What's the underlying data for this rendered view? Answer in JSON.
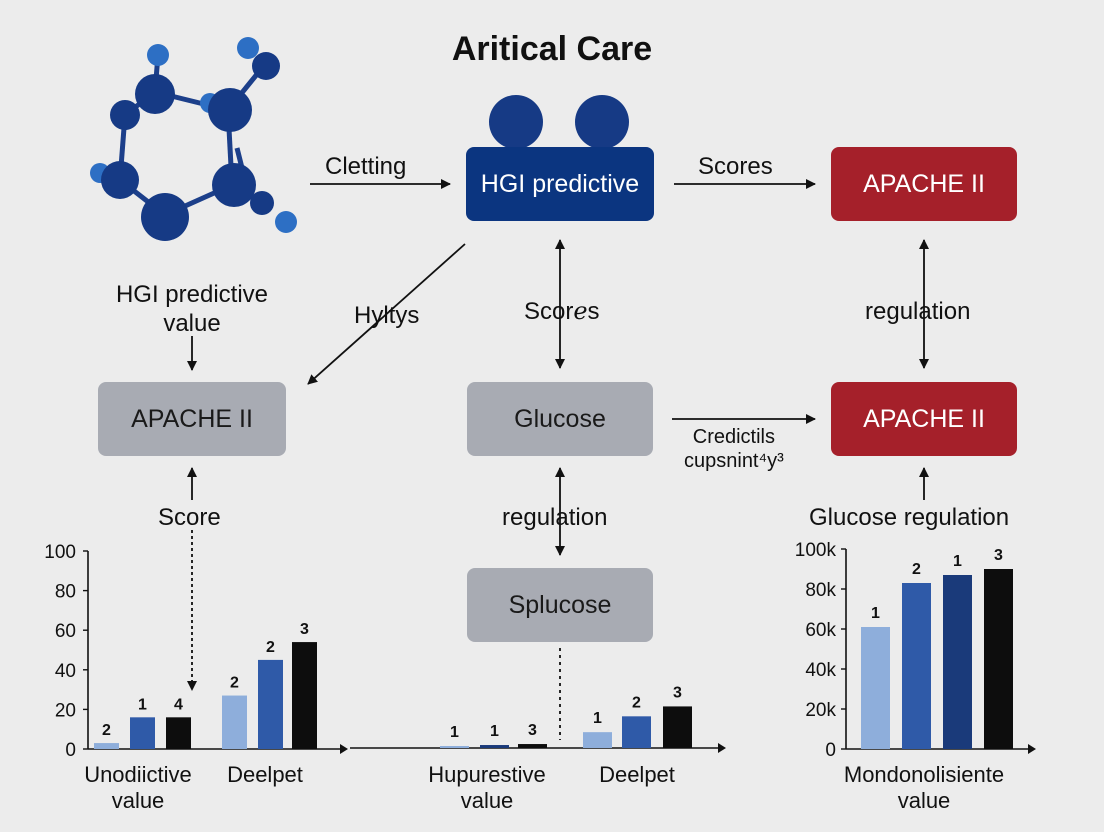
{
  "title": "Aritical Care",
  "nodes": {
    "hgi_predictive": "HGI predictive",
    "apache_top_right": "APACHE II",
    "apache_left": "APACHE II",
    "glucose": "Glucose",
    "apache_mid_right": "APACHE II",
    "splucose": "Splucose"
  },
  "edge_labels": {
    "cletting": "Cletting",
    "scores_top": "Scores",
    "hyltys": "Hyltys",
    "scores_mid": "Scorℯs",
    "regulation_right": "regulation",
    "credictils": "Credictils\ncupsnint⁴y³",
    "hgi_value": "HGI predictive\nvalue",
    "score_left": "Score",
    "regulation_mid": "regulation",
    "glucose_regulation": "Glucose regulation"
  },
  "colors": {
    "blue_node": "#0b3580",
    "red_node": "#a5202a",
    "gray_node": "#a8abb3",
    "bar_light": "#8eaedb",
    "bar_mid": "#2f5aa8",
    "bar_navy": "#1a3a7a",
    "bar_black": "#0d0d0d"
  },
  "chart_data": [
    {
      "type": "bar",
      "name": "left",
      "ylim": [
        0,
        100
      ],
      "yticks": [
        "0",
        "20",
        "40",
        "60",
        "80",
        "100"
      ],
      "groups": [
        {
          "caption": "Unodiictive\nvalue",
          "bars": [
            {
              "value": 3,
              "label": "2",
              "color": "light"
            },
            {
              "value": 16,
              "label": "1",
              "color": "mid"
            },
            {
              "value": 16,
              "label": "4",
              "color": "black"
            }
          ]
        },
        {
          "caption": "Deelpet",
          "bars": [
            {
              "value": 27,
              "label": "2",
              "color": "light"
            },
            {
              "value": 45,
              "label": "2",
              "color": "mid"
            },
            {
              "value": 54,
              "label": "3",
              "color": "black"
            }
          ]
        }
      ]
    },
    {
      "type": "bar",
      "name": "middle",
      "ylim": [
        0,
        100
      ],
      "groups": [
        {
          "caption": "Hupurestive\nvalue",
          "bars": [
            {
              "value": 1,
              "label": "1",
              "color": "light"
            },
            {
              "value": 1.5,
              "label": "1",
              "color": "navy"
            },
            {
              "value": 2,
              "label": "3",
              "color": "black"
            }
          ]
        },
        {
          "caption": "Deelpet",
          "bars": [
            {
              "value": 8,
              "label": "1",
              "color": "light"
            },
            {
              "value": 16,
              "label": "2",
              "color": "mid"
            },
            {
              "value": 21,
              "label": "3",
              "color": "black"
            }
          ]
        }
      ]
    },
    {
      "type": "bar",
      "name": "right",
      "ylim": [
        0,
        100000
      ],
      "yticks": [
        "0",
        "20k",
        "40k",
        "60k",
        "80k",
        "100k"
      ],
      "caption": "Mondonolisiente\nvalue",
      "bars": [
        {
          "value": 61000,
          "label": "1",
          "color": "light"
        },
        {
          "value": 83000,
          "label": "2",
          "color": "mid"
        },
        {
          "value": 87000,
          "label": "1",
          "color": "navy"
        },
        {
          "value": 90000,
          "label": "3",
          "color": "black"
        }
      ]
    }
  ]
}
